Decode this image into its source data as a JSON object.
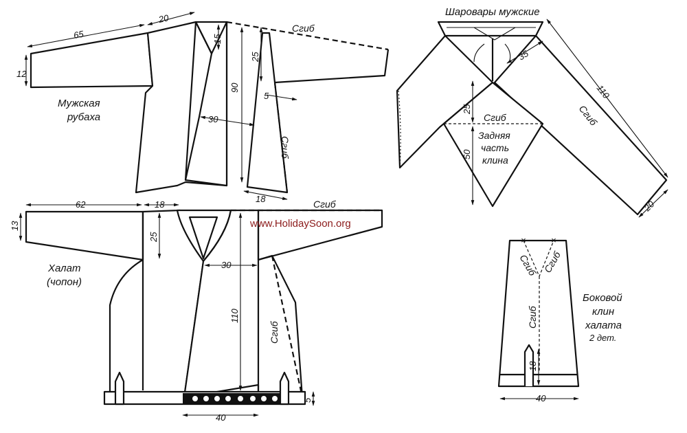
{
  "shirt": {
    "title_line1": "Мужская",
    "title_line2": "рубаха",
    "dim_sleeve_length": "65",
    "dim_shoulder": "20",
    "dim_cuff": "12",
    "dim_neck": "15",
    "dim_armhole": "25",
    "dim_length": "90",
    "dim_half_width": "30",
    "dim_side": "5",
    "dim_hem": "18",
    "fold_top": "Сгиб",
    "fold_side": "Сгиб"
  },
  "robe": {
    "title_line1": "Халат",
    "title_line2": "(чопон)",
    "dim_sleeve_length": "62",
    "dim_shoulder": "18",
    "dim_cuff": "13",
    "dim_armhole": "25",
    "dim_half_width": "30",
    "dim_length": "110",
    "dim_hem": "40",
    "dim_trim": "5",
    "fold_top": "Сгиб",
    "fold_side": "Сгиб",
    "watermark": "www.HolidaySoon.org"
  },
  "trousers": {
    "title": "Шаровары мужские",
    "dim_waist": "35",
    "dim_length": "110",
    "dim_hem": "20",
    "fold_leg": "Сгиб",
    "fold_gusset": "Сгиб",
    "dim_gusset_top": "25",
    "dim_gusset_height": "50",
    "gusset_label_1": "Задняя",
    "gusset_label_2": "часть",
    "gusset_label_3": "клина"
  },
  "side_gusset": {
    "title_line1": "Боковой",
    "title_line2": "клин",
    "title_line3": "халата",
    "title_line4": "2 дет.",
    "fold_left": "Сгиб",
    "fold_right": "Сгиб",
    "fold_center": "Сгиб",
    "dim_slit": "18",
    "dim_width": "40"
  }
}
